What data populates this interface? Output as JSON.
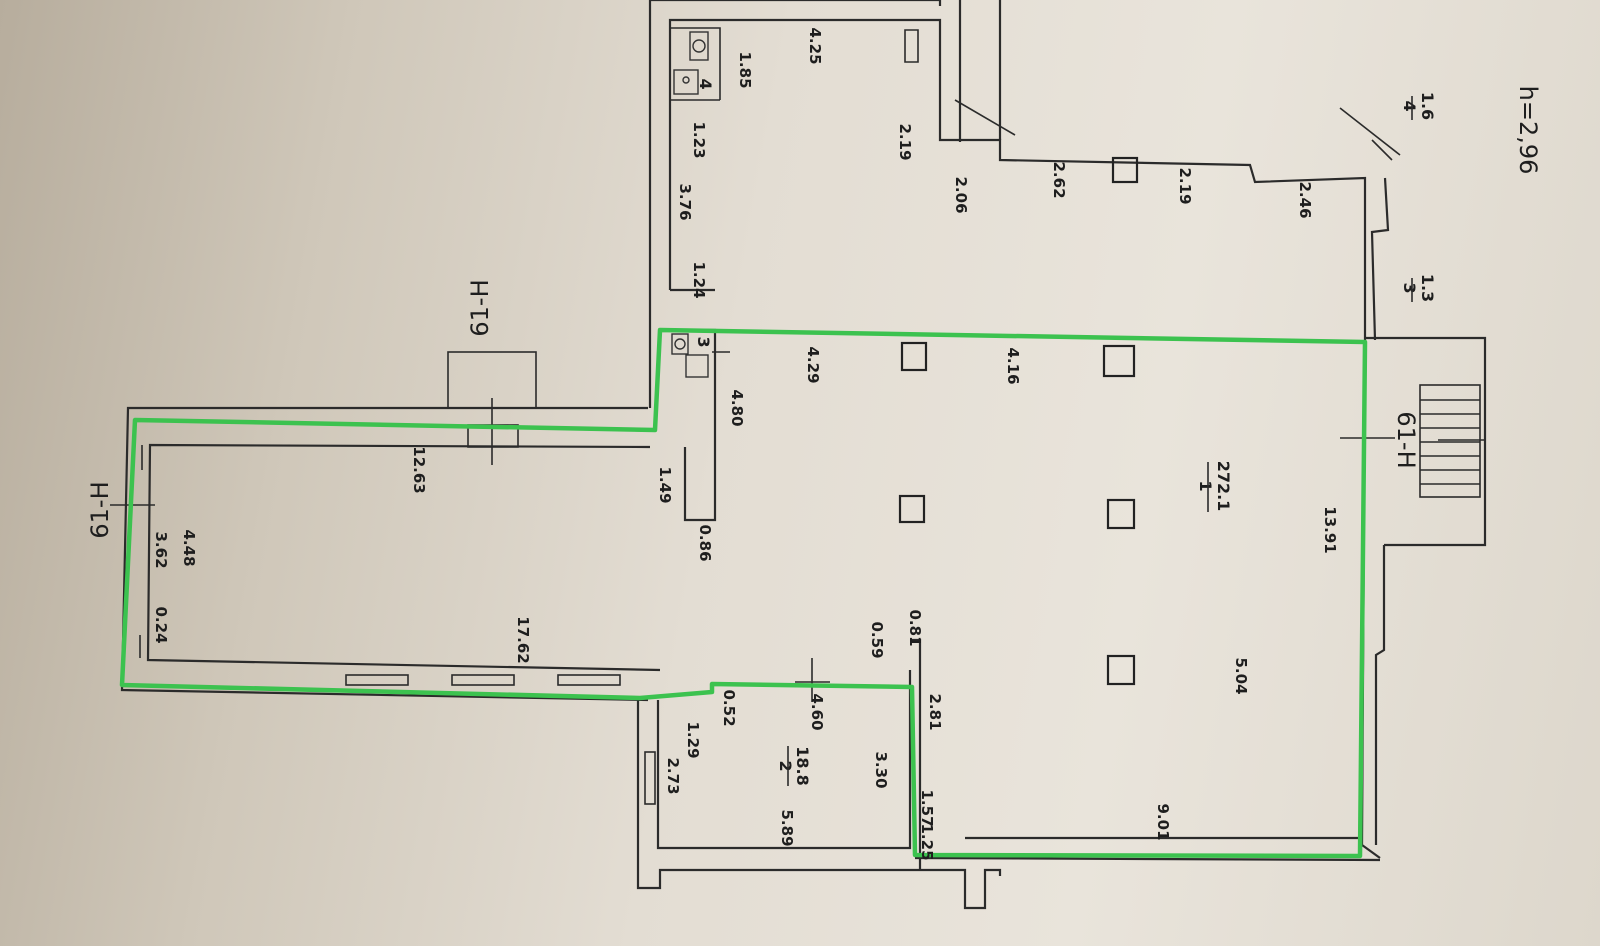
{
  "plan": {
    "height_label": "h=2,96",
    "axis_labels": [
      "61-H",
      "61-H",
      "61-H"
    ],
    "dimensions": {
      "d_4_25": "4.25",
      "d_1_85": "1.85",
      "d_1_23": "1.23",
      "d_2_19a": "2.19",
      "d_2_06": "2.06",
      "d_2_62": "2.62",
      "d_2_19b": "2.19",
      "d_2_46": "2.46",
      "d_3_76": "3.76",
      "d_1_24": "1.24",
      "d_4_29": "4.29",
      "d_4_16": "4.16",
      "d_4_80": "4.80",
      "d_12_63": "12.63",
      "d_1_49": "1.49",
      "d_0_86": "0.86",
      "d_3_62": "3.62",
      "d_4_48": "4.48",
      "d_0_24": "0.24",
      "d_17_62": "17.62",
      "d_0_59": "0.59",
      "d_0_81": "0.81",
      "d_13_91": "13.91",
      "d_5_04": "5.04",
      "d_0_52": "0.52",
      "d_4_60": "4.60",
      "d_2_81": "2.81",
      "d_1_29": "1.29",
      "d_2_73": "2.73",
      "d_3_30": "3.30",
      "d_5_89": "5.89",
      "d_1_57": "1.57",
      "d_1_25": "1.25",
      "d_9_01": "9.01"
    },
    "rooms": [
      {
        "number": "1",
        "area": "272.1"
      },
      {
        "number": "2",
        "area": "18.8"
      },
      {
        "number": "3",
        "area": ""
      },
      {
        "number": "4",
        "area": ""
      }
    ],
    "fractions": [
      {
        "num": "4",
        "den": "1.6"
      },
      {
        "num": "3",
        "den": "1.3"
      }
    ],
    "highlight_color": "#3cc24f"
  }
}
